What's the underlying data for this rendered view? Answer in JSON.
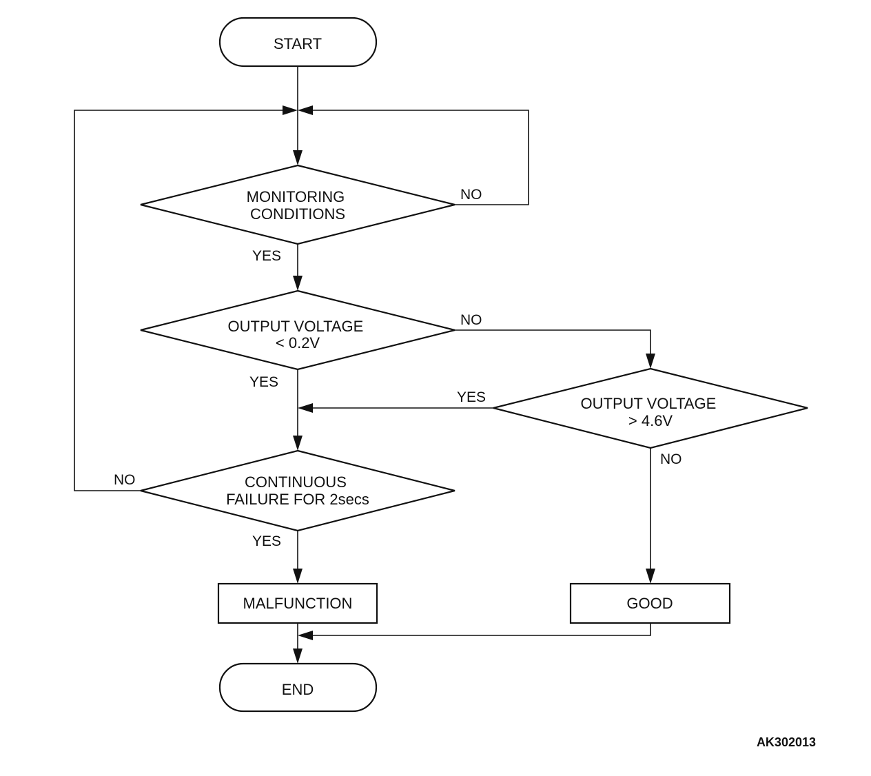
{
  "diagram": {
    "nodes": {
      "start": {
        "label": [
          "START"
        ]
      },
      "monitoring": {
        "label": [
          "MONITORING",
          "CONDITIONS"
        ]
      },
      "low_voltage": {
        "label": [
          "OUTPUT VOLTAGE",
          "< 0.2V"
        ]
      },
      "high_voltage": {
        "label": [
          "OUTPUT VOLTAGE",
          "> 4.6V"
        ]
      },
      "continuous": {
        "label": [
          "CONTINUOUS",
          "FAILURE FOR 2secs"
        ]
      },
      "malfunction": {
        "label": [
          "MALFUNCTION"
        ]
      },
      "good": {
        "label": [
          "GOOD"
        ]
      },
      "end": {
        "label": [
          "END"
        ]
      }
    },
    "edge_labels": {
      "monitoring_no": "NO",
      "monitoring_yes": "YES",
      "low_voltage_no": "NO",
      "low_voltage_yes": "YES",
      "high_voltage_yes": "YES",
      "high_voltage_no": "NO",
      "continuous_no": "NO",
      "continuous_yes": "YES"
    },
    "reference_code": "AK302013"
  }
}
